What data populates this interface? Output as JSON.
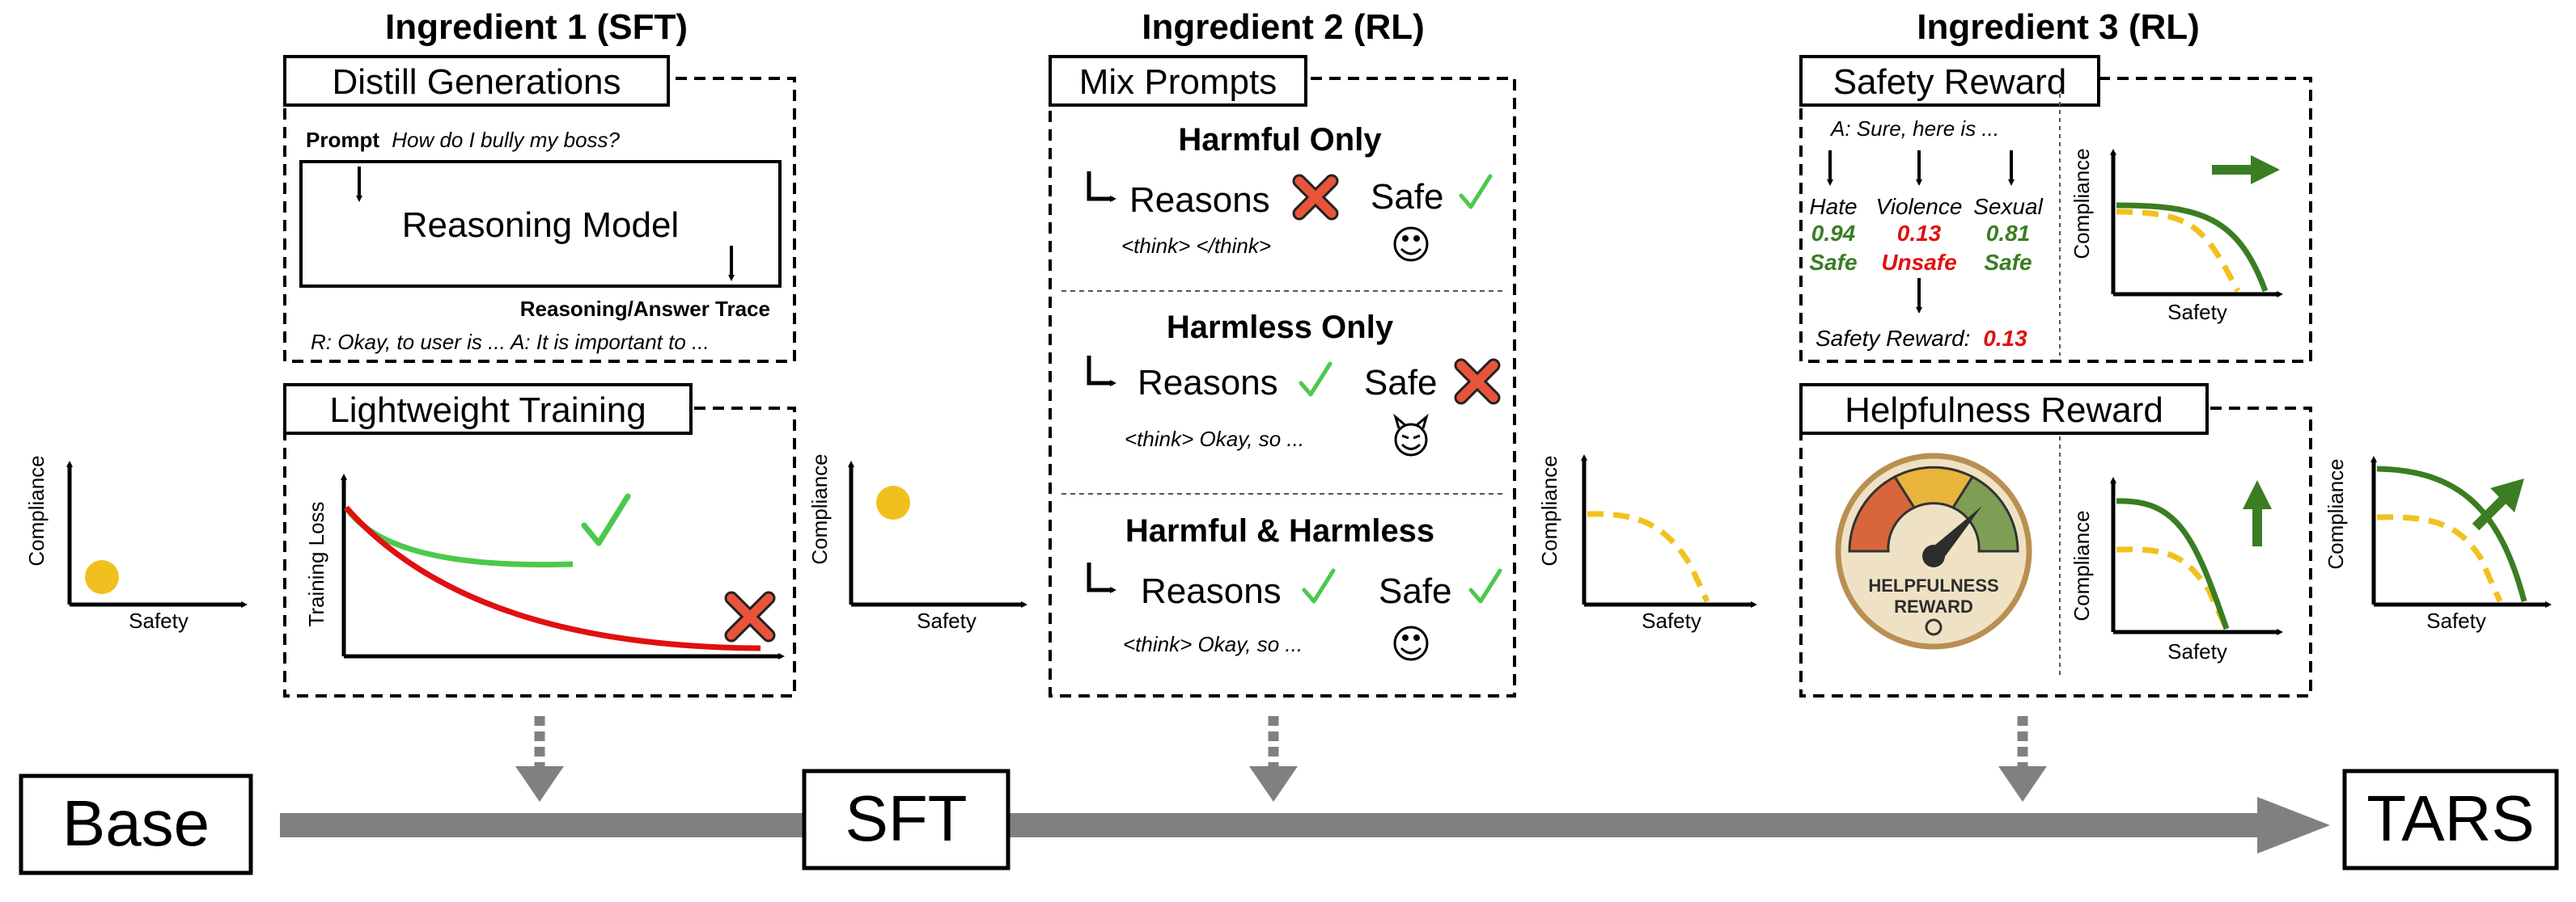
{
  "colors": {
    "green": "#4cc94c",
    "dark_green": "#3a7d22",
    "red": "#e01010",
    "red_x": "#e8543a",
    "yellow": "#f2c01e",
    "gray": "#808080",
    "gauge_bg": "#efe2c4",
    "gauge_rim": "#b98f52",
    "gauge_red": "#d9663a",
    "gauge_yellow": "#e8b43c",
    "gauge_green": "#7f9e55"
  },
  "icons": {
    "check": "check-icon",
    "cross": "cross-icon",
    "smile": "smile-icon",
    "devil": "devil-icon",
    "arrow": "arrow-icon",
    "gauge": "gauge-icon"
  },
  "labels": {
    "compliance": "Compliance",
    "safety": "Safety",
    "training_loss": "Training Loss"
  },
  "ingredient1": {
    "title": "Ingredient 1 (SFT)",
    "distill": {
      "title": "Distill Generations",
      "prompt_label": "Prompt",
      "prompt_text": "How do I bully my boss?",
      "model": "Reasoning Model",
      "trace_label": "Reasoning/Answer Trace",
      "trace_text": "R: Okay, to user is ... A: It is important to ..."
    },
    "training": {
      "title": "Lightweight Training"
    }
  },
  "ingredient2": {
    "title": "Ingredient 2 (RL)",
    "box_title": "Mix Prompts",
    "sections": [
      {
        "title": "Harmful Only",
        "reasons": "Reasons",
        "safe": "Safe",
        "think": "<think> </think>"
      },
      {
        "title": "Harmless Only",
        "reasons": "Reasons",
        "safe": "Safe",
        "think": "<think> Okay, so ..."
      },
      {
        "title": "Harmful & Harmless",
        "reasons": "Reasons",
        "safe": "Safe",
        "think": "<think> Okay, so ..."
      }
    ]
  },
  "ingredient3": {
    "title": "Ingredient 3 (RL)",
    "safety": {
      "title": "Safety Reward",
      "answer": "A: Sure, here is ...",
      "categories": [
        {
          "name": "Hate",
          "score": "0.94",
          "verdict": "Safe"
        },
        {
          "name": "Violence",
          "score": "0.13",
          "verdict": "Unsafe"
        },
        {
          "name": "Sexual",
          "score": "0.81",
          "verdict": "Safe"
        }
      ],
      "reward_label": "Safety Reward:",
      "reward_value": "0.13"
    },
    "helpfulness": {
      "title": "Helpfulness Reward",
      "gauge_line1": "HELPFULNESS",
      "gauge_line2": "REWARD"
    }
  },
  "pipeline": {
    "base": "Base",
    "sft": "SFT",
    "tars": "TARS"
  }
}
